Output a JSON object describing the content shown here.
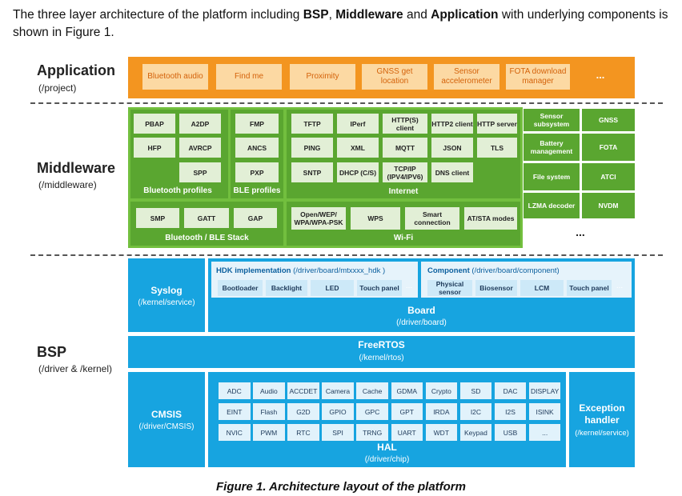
{
  "intro": {
    "prefix": "The three layer architecture of the platform including ",
    "bsp": "BSP",
    "sep1": ", ",
    "middleware": "Middleware",
    "sep2": " and ",
    "application": "Application",
    "suffix": " with underlying components is shown in Figure 1."
  },
  "layers": {
    "application": {
      "title": "Application",
      "path": "(/project)"
    },
    "middleware": {
      "title": "Middleware",
      "path": "(/middleware)"
    },
    "bsp": {
      "title": "BSP",
      "path": "(/driver & /kernel)"
    }
  },
  "app_items": [
    "Bluetooth audio",
    "Find me",
    "Proximity",
    "GNSS get location",
    "Sensor accelerometer",
    "FOTA download manager",
    "..."
  ],
  "middleware": {
    "bt_profiles": {
      "label": "Bluetooth profiles",
      "items": [
        "PBAP",
        "A2DP",
        "HFP",
        "AVRCP",
        "SPP"
      ]
    },
    "ble_profiles": {
      "label": "BLE profiles",
      "items": [
        "FMP",
        "ANCS",
        "PXP"
      ]
    },
    "internet": {
      "label": "Internet",
      "items": [
        "TFTP",
        "IPerf",
        "HTTP(S) client",
        "HTTP2 client",
        "HTTP server",
        "PING",
        "XML",
        "MQTT",
        "JSON",
        "TLS",
        "SNTP",
        "DHCP (C/S)",
        "TCP/IP (IPV4/IPV6)",
        "DNS client"
      ]
    },
    "bt_stack": {
      "label": "Bluetooth / BLE Stack",
      "items": [
        "SMP",
        "GATT",
        "GAP"
      ]
    },
    "wifi": {
      "label": "Wi-Fi",
      "items": [
        "Open/WEP/ WPA/WPA-PSK",
        "WPS",
        "Smart connection",
        "AT/STA modes"
      ]
    },
    "right": [
      "Sensor subsystem",
      "GNSS",
      "Battery management",
      "FOTA",
      "File system",
      "ATCI",
      "LZMA decoder",
      "NVDM"
    ],
    "more": "..."
  },
  "bsp": {
    "syslog": {
      "title": "Syslog",
      "path": "(/kernel/service)"
    },
    "hdk": {
      "title": "HDK implementation",
      "path": "(/driver/board/mtxxxx_hdk )",
      "items": [
        "Bootloader",
        "Backlight",
        "LED",
        "Touch panel",
        "..."
      ]
    },
    "component": {
      "title": "Component",
      "path": "(/driver/board/component)",
      "items": [
        "Physical sensor",
        "Biosensor",
        "LCM",
        "Touch panel",
        "..."
      ]
    },
    "board": {
      "title": "Board",
      "path": "(/driver/board)"
    },
    "freertos": {
      "title": "FreeRTOS",
      "path": "(/kernel/rtos)"
    },
    "cmsis": {
      "title": "CMSIS",
      "path": "(/driver/CMSIS)"
    },
    "hal": {
      "title": "HAL",
      "path": "(/driver/chip)",
      "rows": [
        [
          "ADC",
          "Audio",
          "ACCDET",
          "Camera",
          "Cache",
          "GDMA",
          "Crypto",
          "SD",
          "DAC",
          "DISPLAY"
        ],
        [
          "EINT",
          "Flash",
          "G2D",
          "GPIO",
          "GPC",
          "GPT",
          "IRDA",
          "I2C",
          "I2S",
          "ISINK"
        ],
        [
          "NVIC",
          "PWM",
          "RTC",
          "SPI",
          "TRNG",
          "UART",
          "WDT",
          "Keypad",
          "USB",
          "..."
        ]
      ]
    },
    "exception": {
      "title": "Exception handler",
      "path": "(/kernel/service)"
    }
  },
  "caption": "Figure 1. Architecture layout of the platform"
}
